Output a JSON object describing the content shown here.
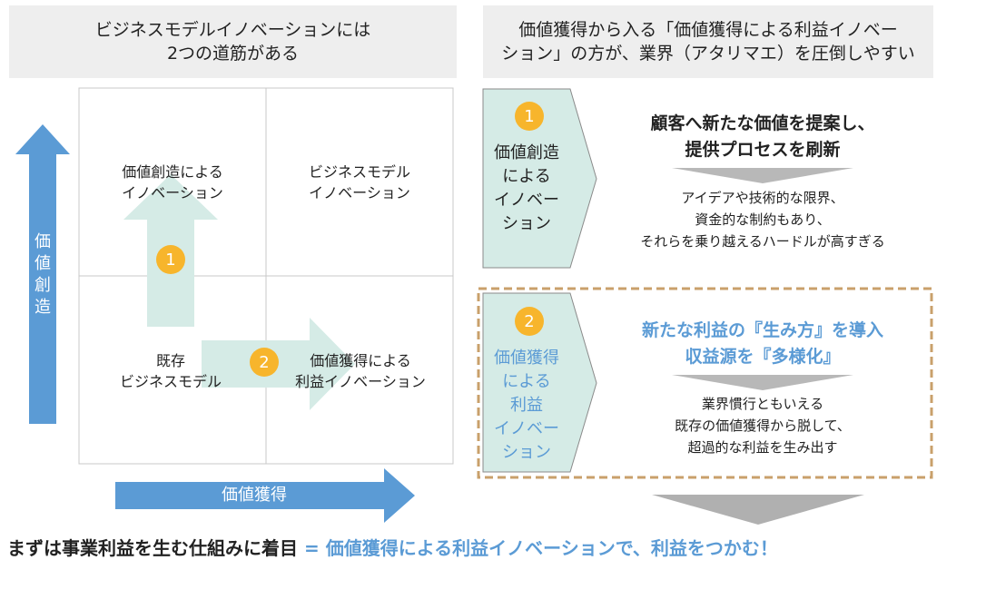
{
  "left_header": "ビジネスモデルイノベーションには\n2つの道筋がある",
  "right_header": "価値獲得から入る「価値獲得による利益イノベー\nション」の方が、業界（アタリマエ）を圧倒しやすい",
  "matrix": {
    "y_axis_label": "価\n値\n創\n造",
    "x_axis_label": "価値獲得",
    "cell_top_left": "価値創造による\nイノベーション",
    "cell_top_right": "ビジネスモデル\nイノベーション",
    "cell_bottom_left": "既存\nビジネスモデル",
    "cell_bottom_right": "価値獲得による\n利益イノベーション",
    "marker_1": "1",
    "marker_2": "2"
  },
  "path1": {
    "number": "1",
    "label": "価値創造\nによる\nイノベー\nション",
    "headline": "顧客へ新たな価値を提案し、\n提供プロセスを刷新",
    "detail": "アイデアや技術的な限界、\n資金的な制約もあり、\nそれらを乗り越えるハードルが高すぎる"
  },
  "path2": {
    "number": "2",
    "label": "価値獲得\nによる\n利益\nイノベー\nション",
    "headline": "新たな利益の『生み方』を導入\n収益源を『多様化』",
    "detail": "業界慣行ともいえる\n既存の価値獲得から脱して、\n超過的な利益を生み出す"
  },
  "conclusion": {
    "prefix": "まずは事業利益を生む仕組みに着目",
    "equals": "=",
    "highlight": "価値獲得による利益イノベーションで、利益をつかむ！"
  },
  "colors": {
    "accent_blue": "#5b9bd5",
    "light_teal": "#d5ebe6",
    "marker_orange": "#f7b52c",
    "header_gray": "#eeeeee",
    "arrow_gray": "#b0b0b0",
    "dashed_border": "#c9a06b"
  }
}
